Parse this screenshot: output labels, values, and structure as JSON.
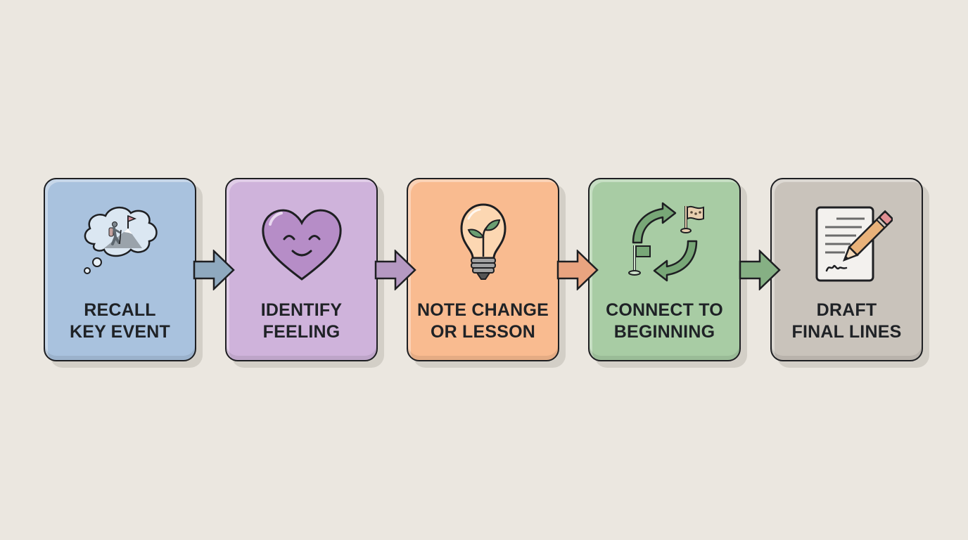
{
  "background": "#ebe7e0",
  "steps": [
    {
      "id": "recall",
      "line1": "RECALL",
      "line2": "KEY EVENT",
      "icon": "thought-bubble-mountain-climber-icon",
      "color": "#a9c2de"
    },
    {
      "id": "identify",
      "line1": "IDENTIFY",
      "line2": "FEELING",
      "icon": "smiling-heart-icon",
      "color": "#cfb3db"
    },
    {
      "id": "note",
      "line1": "NOTE CHANGE",
      "line2": "OR LESSON",
      "icon": "lightbulb-sprout-icon",
      "color": "#f9bb90"
    },
    {
      "id": "connect",
      "line1": "CONNECT TO",
      "line2": "BEGINNING",
      "icon": "cycle-arrows-flags-icon",
      "color": "#a8cca4"
    },
    {
      "id": "draft",
      "line1": "DRAFT",
      "line2": "FINAL LINES",
      "icon": "document-pencil-icon",
      "color": "#c9c3bb"
    }
  ],
  "arrows": [
    {
      "from": "recall",
      "to": "identify",
      "color": "#8fa9bf"
    },
    {
      "from": "identify",
      "to": "note",
      "color": "#b599c2"
    },
    {
      "from": "note",
      "to": "connect",
      "color": "#e9a480"
    },
    {
      "from": "connect",
      "to": "draft",
      "color": "#86b084"
    }
  ]
}
